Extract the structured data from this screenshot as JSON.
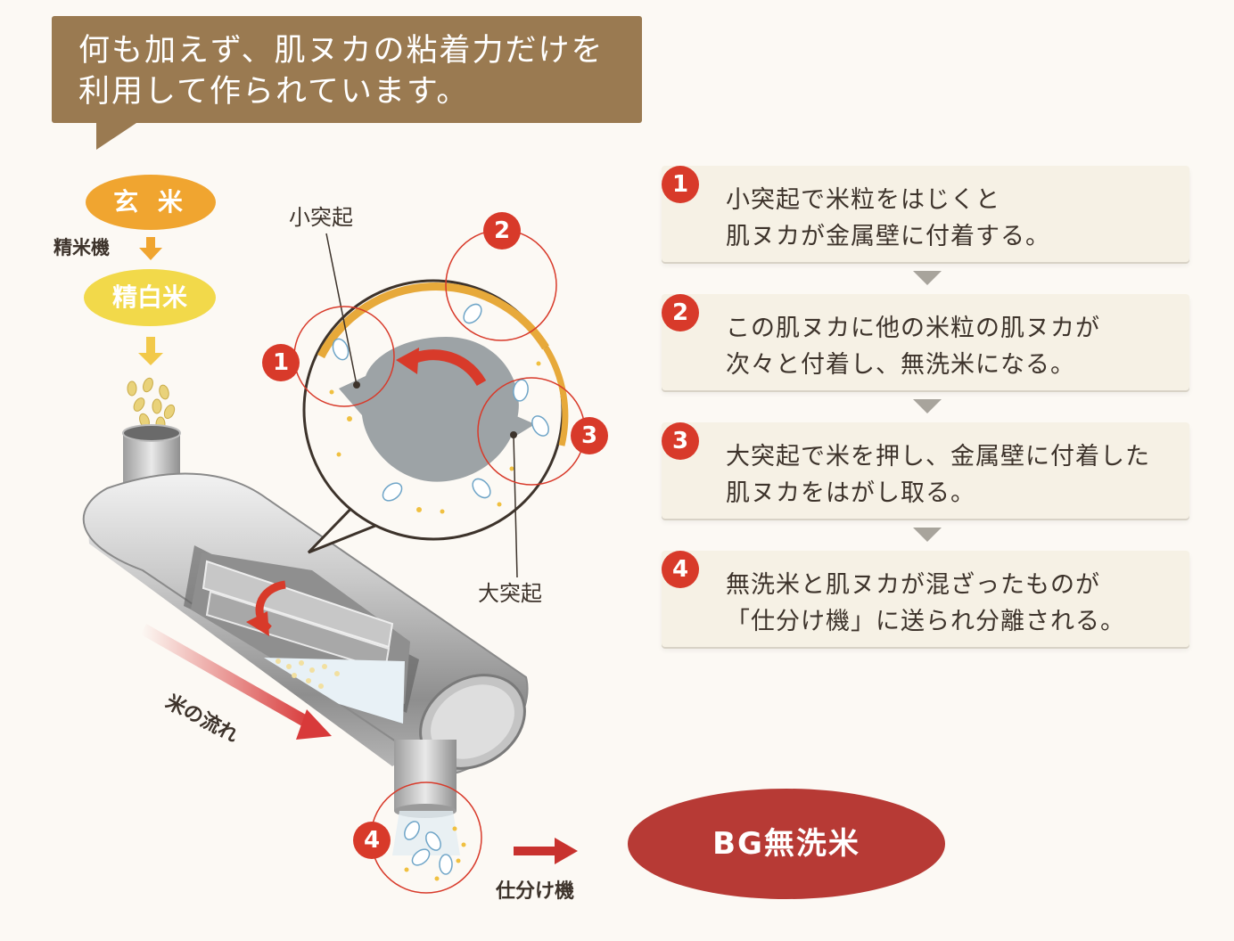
{
  "header": {
    "line1": "何も加えず、肌ヌカの粘着力だけを",
    "line2": "利用して作られています。"
  },
  "flow": {
    "brown_rice": "玄 米",
    "mill_label": "精米機",
    "white_rice": "精白米"
  },
  "diagram": {
    "small_protrusion": "小突起",
    "large_protrusion": "大突起",
    "rice_flow": "米の流れ",
    "separator": "仕分け機",
    "badges": [
      "1",
      "2",
      "3",
      "4"
    ]
  },
  "steps": [
    {
      "num": "1",
      "line1": "小突起で米粒をはじくと",
      "line2": "肌ヌカが金属壁に付着する。"
    },
    {
      "num": "2",
      "line1": "この肌ヌカに他の米粒の肌ヌカが",
      "line2": "次々と付着し、無洗米になる。"
    },
    {
      "num": "3",
      "line1": "大突起で米を押し、金属壁に付着した",
      "line2": "肌ヌカをはがし取る。"
    },
    {
      "num": "4",
      "line1": "無洗米と肌ヌカが混ざったものが",
      "line2": "「仕分け機」に送られ分離される。"
    }
  ],
  "result": {
    "label": "BG無洗米"
  },
  "colors": {
    "header_bg": "#9a7a51",
    "badge_red": "#d83a2a",
    "result_red": "#b73a35",
    "brown_rice_orange": "#f0a530",
    "white_rice_yellow": "#f2d94a"
  }
}
